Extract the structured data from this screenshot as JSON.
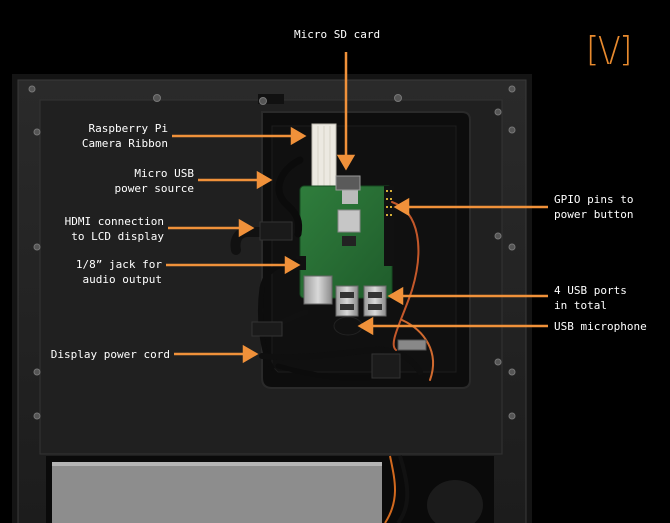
{
  "logo_text": "[\\/]",
  "accent_color": "#f0913a",
  "callouts": {
    "micro_sd": "Micro SD card",
    "camera_ribbon": "Raspberry Pi\nCamera Ribbon",
    "micro_usb": "Micro USB\npower source",
    "hdmi": "HDMI connection\nto LCD display",
    "audio_jack": "1/8” jack for\naudio output",
    "display_power": "Display power cord",
    "gpio": "GPIO pins to\npower button",
    "usb_ports": "4 USB ports\nin total",
    "usb_mic": "USB microphone"
  }
}
